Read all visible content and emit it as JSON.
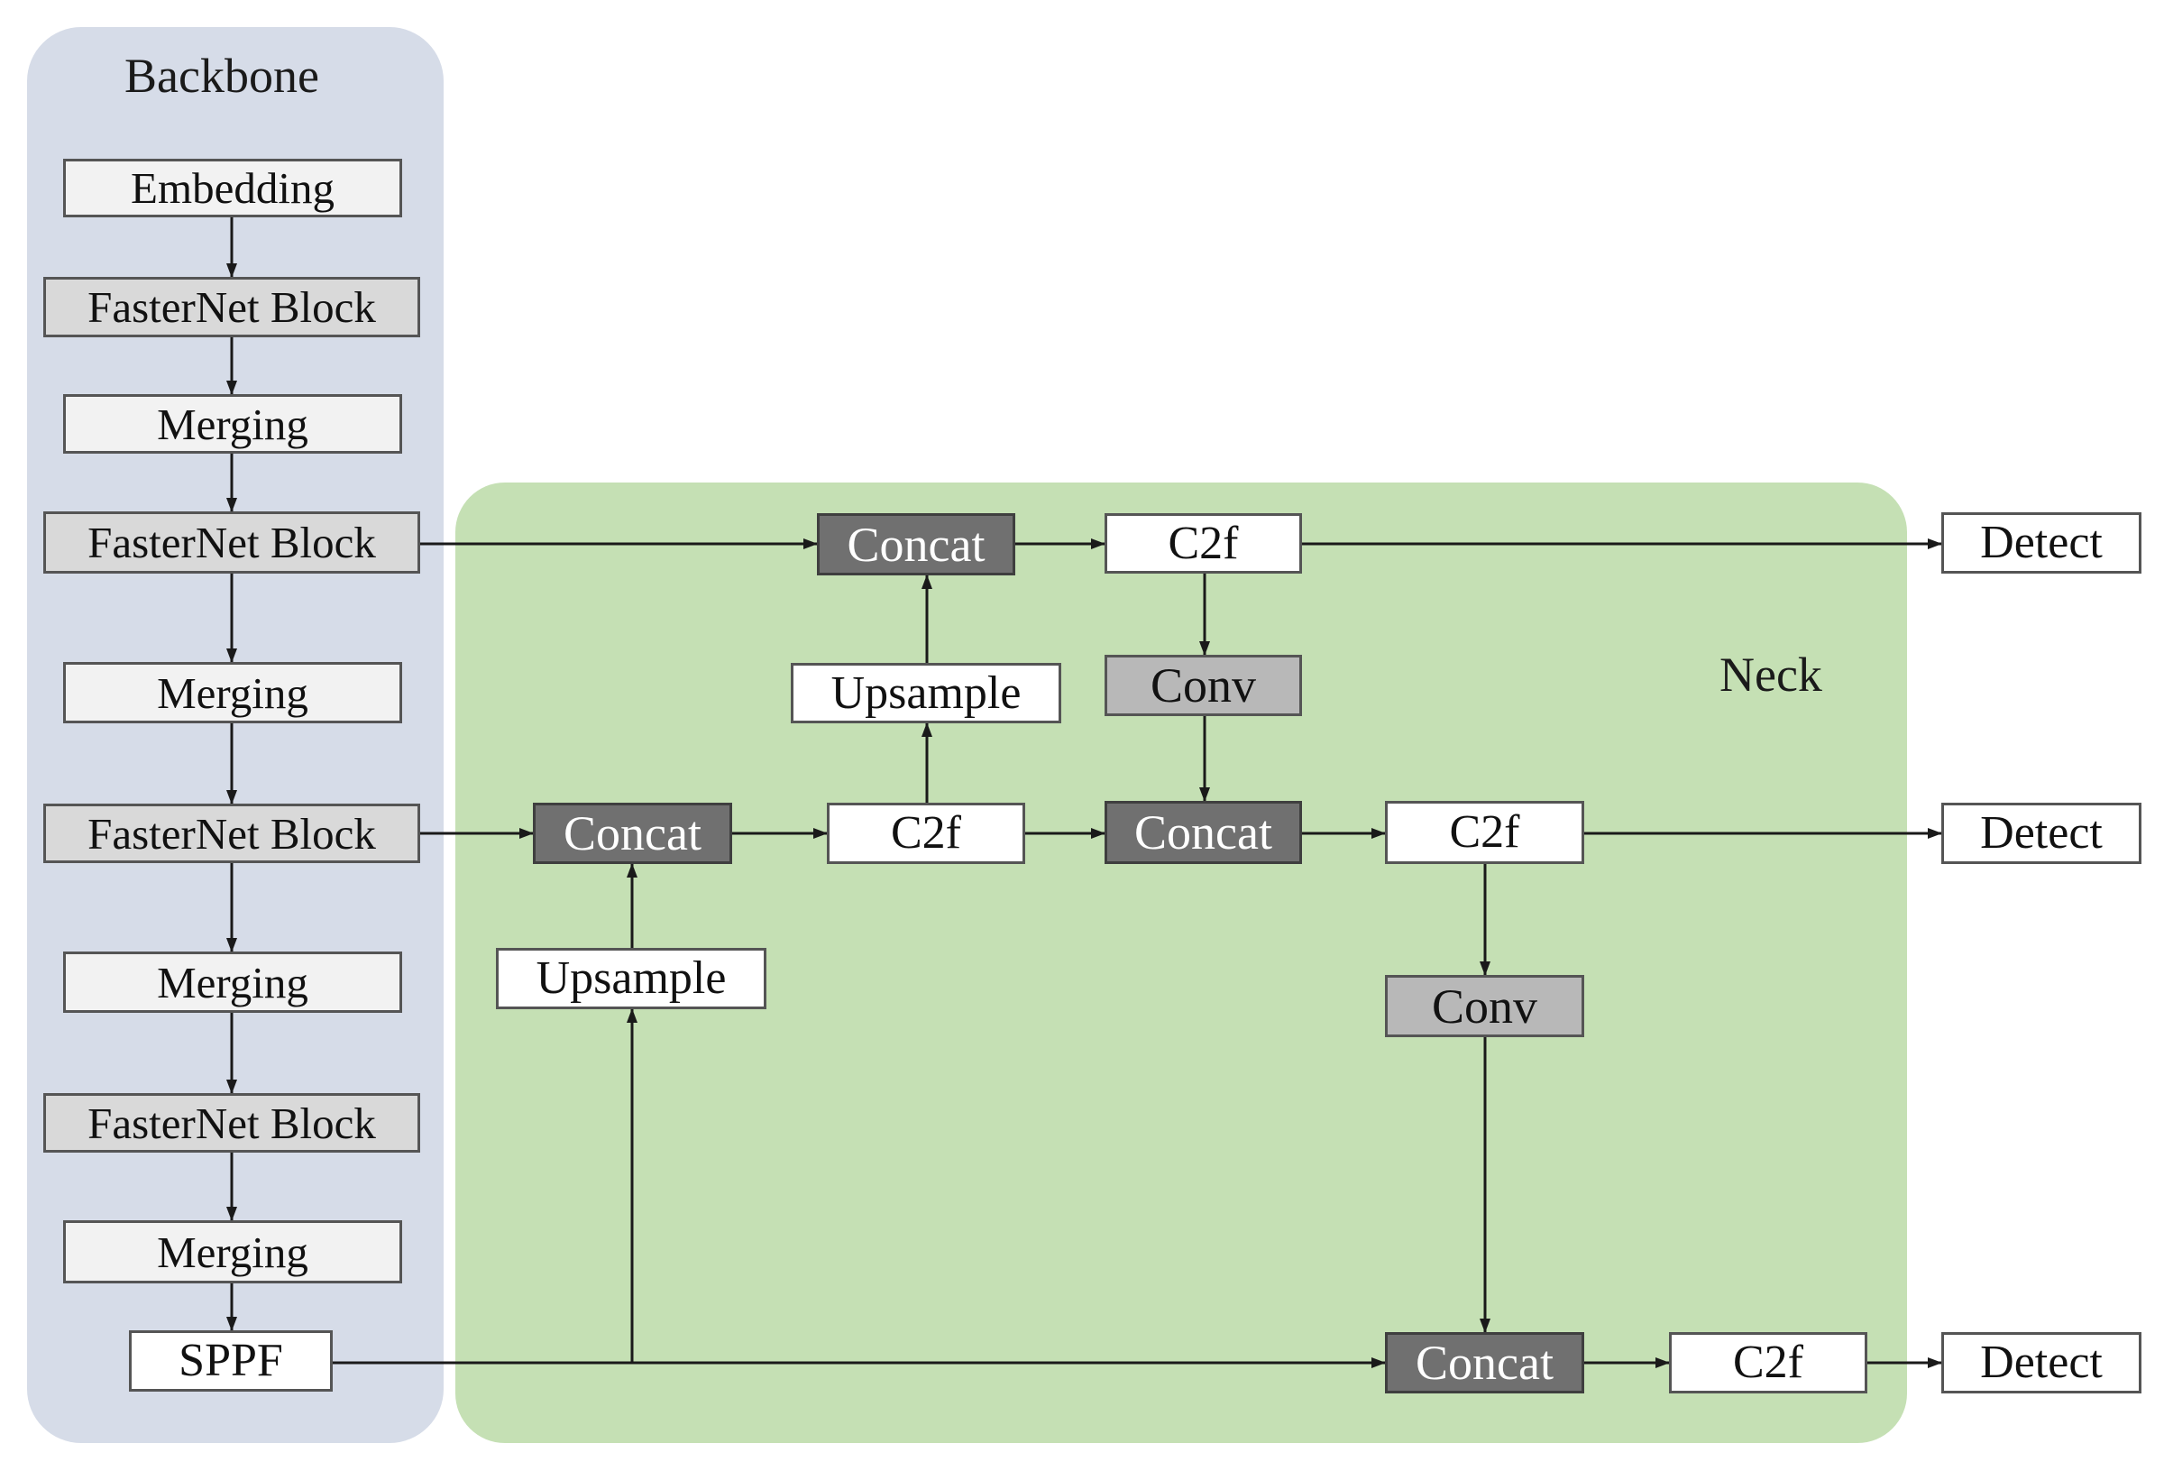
{
  "backbone": {
    "title": "Backbone",
    "blocks": [
      "Embedding",
      "FasterNet Block",
      "Merging",
      "FasterNet Block",
      "Merging",
      "FasterNet Block",
      "Merging",
      "FasterNet Block",
      "Merging",
      "SPPF"
    ]
  },
  "neck": {
    "title": "Neck",
    "concat": "Concat",
    "c2f": "C2f",
    "upsample": "Upsample",
    "conv": "Conv"
  },
  "head": {
    "detect": "Detect"
  },
  "colors": {
    "backbone_bg": "#d6dce8",
    "neck_bg": "#c5e0b4",
    "concat_fill": "#707070",
    "conv_fill": "#b8b8b8",
    "block_fill": "#d9d9d9"
  }
}
